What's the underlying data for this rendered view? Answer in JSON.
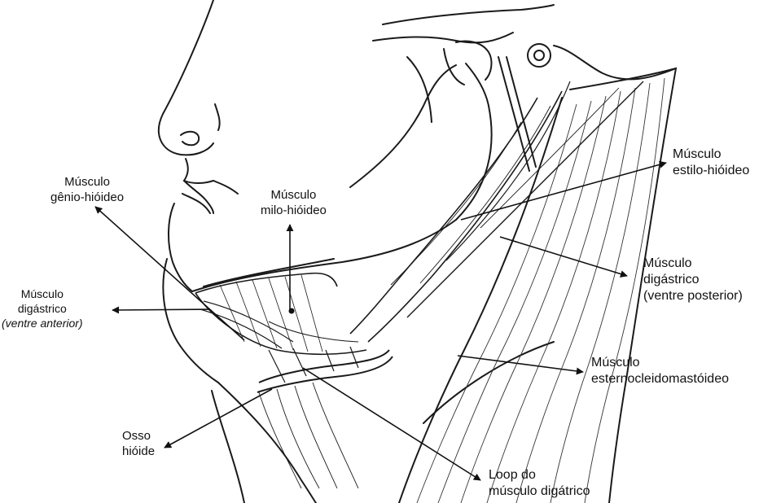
{
  "labels": {
    "genio_hioideo": [
      "Músculo",
      "gênio-hióideo"
    ],
    "milo_hioideo": [
      "Músculo",
      "milo-hióideo"
    ],
    "estilo_hioideo": [
      "Músculo",
      "estilo-hióideo"
    ],
    "digastrico_anterior": [
      "Músculo",
      "digástrico",
      "(ventre anterior)"
    ],
    "digastrico_posterior": [
      "Músculo",
      "digástrico",
      "(ventre posterior)"
    ],
    "esternocleidomastoideo": [
      "Músculo",
      "esternocleidomastóideo"
    ],
    "osso_hioide": [
      "Osso",
      "hióide"
    ],
    "loop_digastrico": [
      "Loop do",
      "músculo digátrico"
    ]
  },
  "colors": {
    "ink": "#111111",
    "shade": "#2a2a2a",
    "background": "#ffffff"
  }
}
